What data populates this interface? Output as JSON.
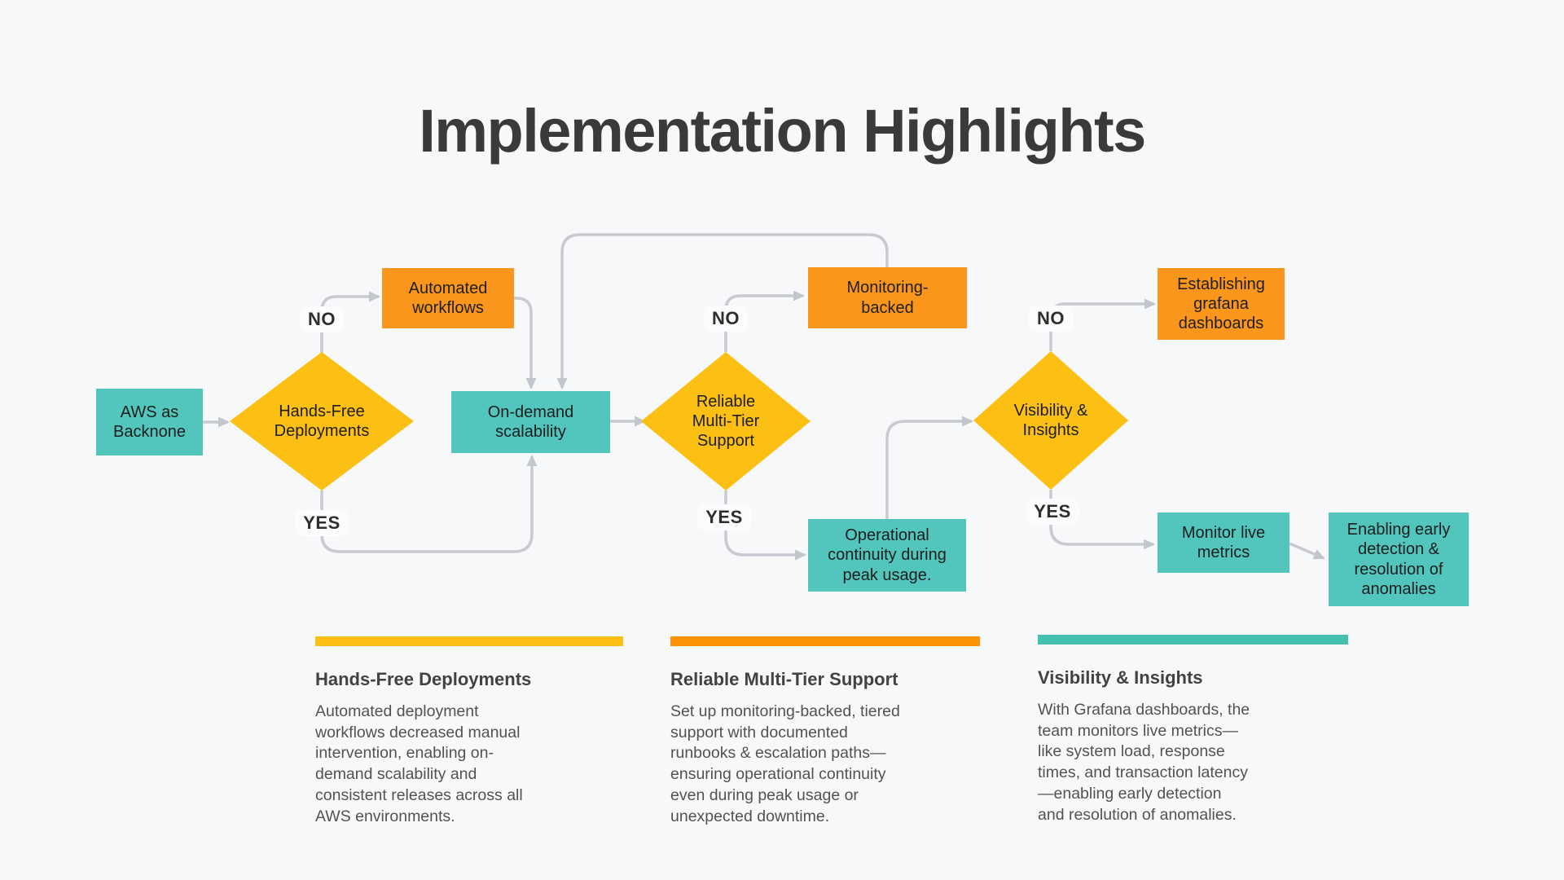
{
  "title": "Implementation Highlights",
  "flow": {
    "no_label": "NO",
    "yes_label": "YES",
    "nodes": {
      "aws": "AWS as\nBacknone",
      "hands_free": "Hands-Free\nDeployments",
      "automated": "Automated\nworkflows",
      "on_demand": "On-demand\nscalability",
      "multi_tier": "Reliable\nMulti-Tier\nSupport",
      "monitoring": "Monitoring-\nbacked",
      "operational": "Operational\ncontinuity during\npeak usage.",
      "visibility": "Visibility &\nInsights",
      "grafana": "Establishing\ngrafana\ndashboards",
      "monitor_live": "Monitor live\nmetrics",
      "enabling": "Enabling early\ndetection &\nresolution of\nanomalies"
    }
  },
  "sections": [
    {
      "heading": "Hands-Free Deployments",
      "body": "Automated deployment\nworkflows decreased manual\nintervention, enabling on-\ndemand scalability and\nconsistent releases across all\nAWS environments."
    },
    {
      "heading": "Reliable Multi-Tier Support",
      "body": "Set up monitoring-backed, tiered\nsupport with documented\nrunbooks & escalation paths—\nensuring operational continuity\neven during peak usage or\nunexpected downtime."
    },
    {
      "heading": "Visibility & Insights",
      "body": "With Grafana dashboards, the\nteam monitors live metrics—\nlike system load, response\ntimes, and transaction latency\n—enabling early detection\nand resolution of anomalies."
    }
  ],
  "colors": {
    "background": "#F7F8F9",
    "teal_node": "#52C5BC",
    "orange_node": "#F9961B",
    "yellow_diamond": "#FCBF13",
    "bar_yellow": "#FCBE13",
    "bar_orange": "#FB9304",
    "bar_teal": "#45C0AE",
    "connector_gray": "#C9CAD1",
    "title_color": "#3A3A3C"
  }
}
